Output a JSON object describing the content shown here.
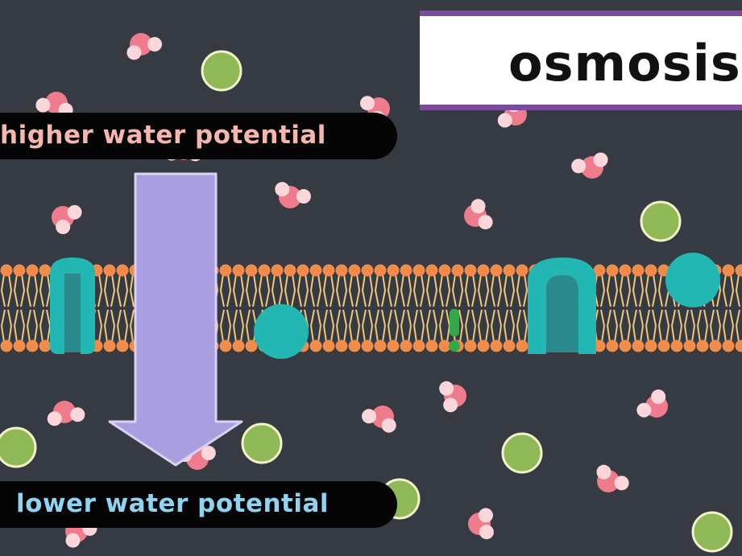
{
  "title": "osmosis",
  "labels": {
    "higher": "higher water potential",
    "lower": "lower water potential"
  },
  "colors": {
    "background": "#363a42",
    "water_oxygen": "#ee7c8c",
    "water_hydrogen": "#fbd7dc",
    "solute": "#8fb957",
    "phospholipid_head": "#ef8c4a",
    "phospholipid_tail": "#f1c77a",
    "protein": "#23b7b3",
    "arrow": "#a99ee0",
    "title_border": "#7b4c9e",
    "higher_label": "#f6b6ad",
    "lower_label": "#8fd3f2"
  },
  "icons": {
    "water": "water-molecule-icon",
    "solute": "solute-particle-icon",
    "channel": "channel-protein-icon",
    "carrier": "carrier-protein-icon"
  }
}
